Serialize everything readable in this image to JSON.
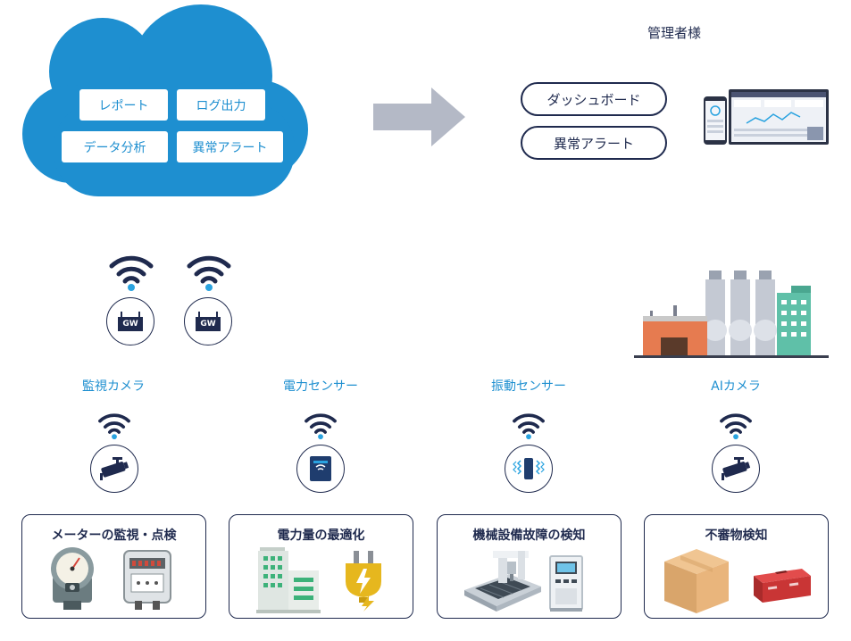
{
  "cloud": {
    "items": [
      "レポート",
      "ログ出力",
      "データ分析",
      "異常アラート"
    ]
  },
  "admin": {
    "title": "管理者様",
    "buttons": [
      "ダッシュボード",
      "異常アラート"
    ]
  },
  "gateways": [
    {
      "label": "GW",
      "icon": "gateway-icon"
    },
    {
      "label": "GW",
      "icon": "gateway-icon"
    }
  ],
  "sensors": [
    {
      "label": "監視カメラ",
      "icon": "security-camera-icon"
    },
    {
      "label": "電力センサー",
      "icon": "power-sensor-icon"
    },
    {
      "label": "振動センサー",
      "icon": "vibration-sensor-icon"
    },
    {
      "label": "AIカメラ",
      "icon": "ai-camera-icon"
    }
  ],
  "usecases": [
    {
      "title": "メーターの監視・点検",
      "icons": [
        "gauge-meter-icon",
        "electric-meter-icon"
      ]
    },
    {
      "title": "電力量の最適化",
      "icons": [
        "building-icon",
        "power-plug-icon"
      ]
    },
    {
      "title": "機械設備故障の検知",
      "icons": [
        "cnc-machine-icon",
        "control-cabinet-icon"
      ]
    },
    {
      "title": "不審物検知",
      "icons": [
        "cardboard-box-icon",
        "red-case-icon"
      ]
    }
  ],
  "colors": {
    "cloud": "#1e8fd0",
    "navy": "#1f2a4e",
    "accent_blue": "#2aa3e0",
    "arrow": "#b4b9c6"
  }
}
